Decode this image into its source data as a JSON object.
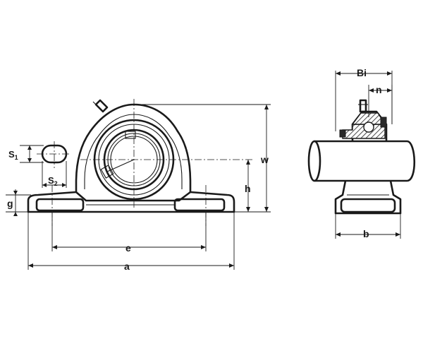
{
  "dimensions": {
    "s1": {
      "main": "S",
      "sub": "1"
    },
    "s2": {
      "main": "S",
      "sub": "2"
    },
    "g": "g",
    "e": "e",
    "a": "a",
    "h": "h",
    "w": "w",
    "bi": "Bi",
    "n": "n",
    "b": "b"
  }
}
